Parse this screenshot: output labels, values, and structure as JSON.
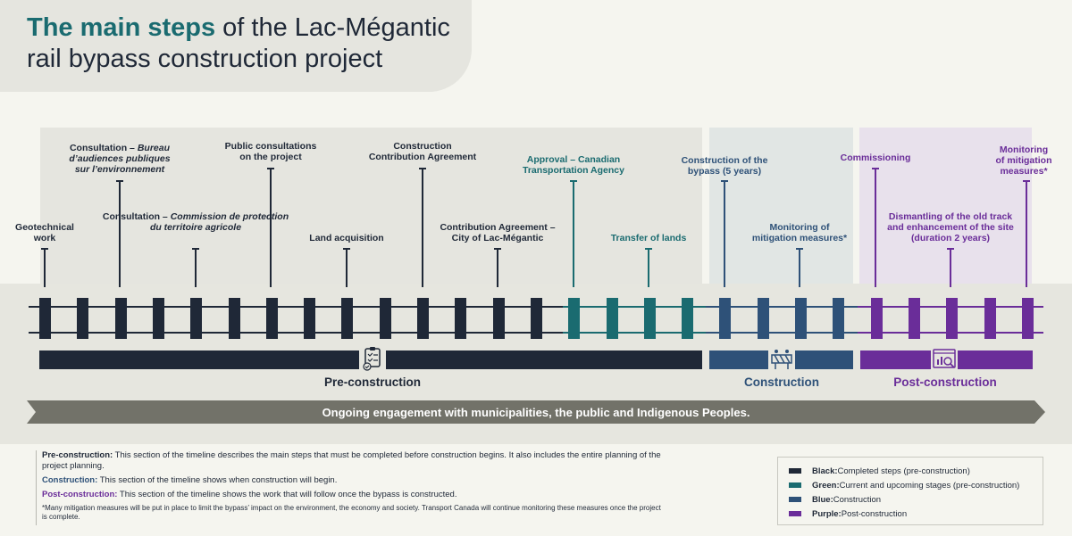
{
  "title": {
    "highlight": "The main steps",
    "rest": " of the Lac-Mégantic rail bypass construction project"
  },
  "colors": {
    "black": "#1f2837",
    "green": "#1a6b70",
    "blue": "#2e5178",
    "purple": "#6a2d99"
  },
  "milestones": {
    "geotechnical": "Geotechnical work",
    "consultation_bape_1": "Consultation –",
    "consultation_bape_2": "Bureau d’audiences publiques sur l’environnement",
    "consultation_cptaq_1": "Consultation –",
    "consultation_cptaq_2": "Commission de protection du territoire agricole",
    "public_consultations": "Public consultations on the project",
    "land_acquisition": "Land acquisition",
    "construction_contribution": "Construction Contribution Agreement",
    "contribution_city": "Contribution Agreement – City of Lac-Mégantic",
    "approval_cta": "Approval – Canadian Transportation Agency",
    "transfer_lands": "Transfer of lands",
    "construction_bypass": "Construction of the bypass (5 years)",
    "monitoring_construction": "Monitoring of mitigation measures*",
    "commissioning": "Commissioning",
    "dismantling": "Dismantling of the old track and enhancement of the site (duration 2 years)",
    "monitoring_post": "Monitoring of mitigation measures*"
  },
  "phases": {
    "pre": "Pre-construction",
    "construction": "Construction",
    "post": "Post-construction"
  },
  "engagement": "Ongoing engagement with municipalities, the public and Indigenous Peoples.",
  "notes": {
    "pre_key": "Pre-construction:",
    "pre_text": " This section of the timeline describes the main steps that must be completed before construction begins. It also includes the entire planning of the project planning.",
    "con_key": "Construction:",
    "con_text": " This section of the timeline shows when construction will begin.",
    "post_key": "Post-construction:",
    "post_text": " This section of the timeline shows the work that will follow once the bypass is constructed.",
    "footnote": "*Many mitigation measures will be put in place to limit the bypass’ impact on the environment, the economy and society. Transport Canada will continue monitoring these measures once the project is complete."
  },
  "legend": [
    {
      "key": "Black:",
      "text": " Completed steps (pre-construction)",
      "color": "#1f2837"
    },
    {
      "key": "Green:",
      "text": " Current and upcoming stages (pre-construction)",
      "color": "#1a6b70"
    },
    {
      "key": "Blue:",
      "text": " Construction",
      "color": "#2e5178"
    },
    {
      "key": "Purple:",
      "text": " Post-construction",
      "color": "#6a2d99"
    }
  ]
}
